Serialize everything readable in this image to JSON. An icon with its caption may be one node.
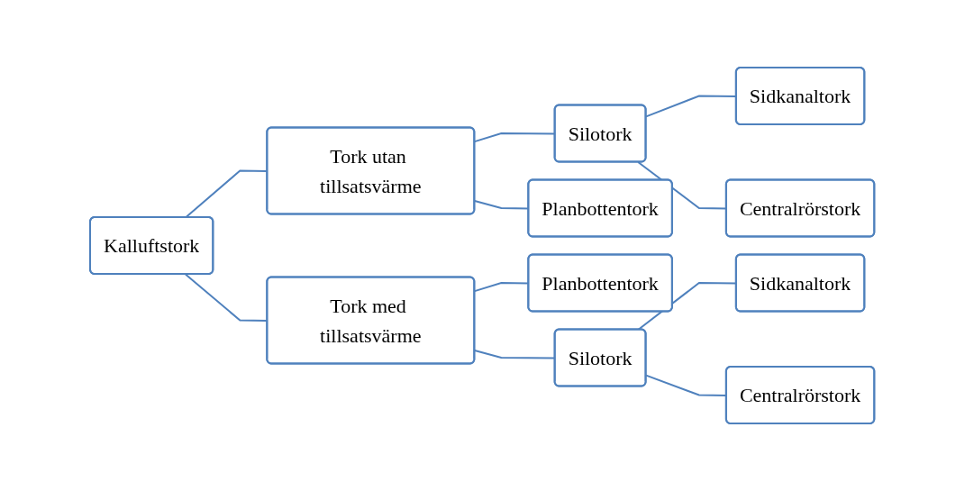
{
  "diagram": {
    "nodes": [
      {
        "text": [
          "Kalluftstork"
        ]
      },
      {
        "text": [
          "Tork utan tillsatsvärme"
        ]
      },
      {
        "text": [
          "Silotork"
        ]
      },
      {
        "text": [
          "Sidkanaltork"
        ]
      },
      {
        "text": [
          "Centralrörstork"
        ]
      },
      {
        "text": [
          "Planbottentork"
        ]
      },
      {
        "text": [
          "Tork med tillsatsvärme"
        ]
      },
      {
        "text": [
          "Planbottentork"
        ]
      },
      {
        "text": [
          "Silotork"
        ]
      },
      {
        "text": [
          "Sidkanaltork"
        ]
      },
      {
        "text": [
          "Centralrörstork"
        ]
      }
    ],
    "edges": [
      {
        "from": 0,
        "to": 1,
        "arrow": "none"
      },
      {
        "from": 1,
        "to": 2,
        "arrow": "none"
      },
      {
        "from": 2,
        "to": 3,
        "arrow": "none"
      },
      {
        "from": 2,
        "to": 4,
        "arrow": "none"
      },
      {
        "from": 1,
        "to": 5,
        "arrow": "none"
      },
      {
        "from": 0,
        "to": 6,
        "arrow": "none"
      },
      {
        "from": 6,
        "to": 7,
        "arrow": "none"
      },
      {
        "from": 6,
        "to": 8,
        "arrow": "none"
      },
      {
        "from": 8,
        "to": 9,
        "arrow": "none"
      },
      {
        "from": 8,
        "to": 10,
        "arrow": "none"
      }
    ]
  }
}
